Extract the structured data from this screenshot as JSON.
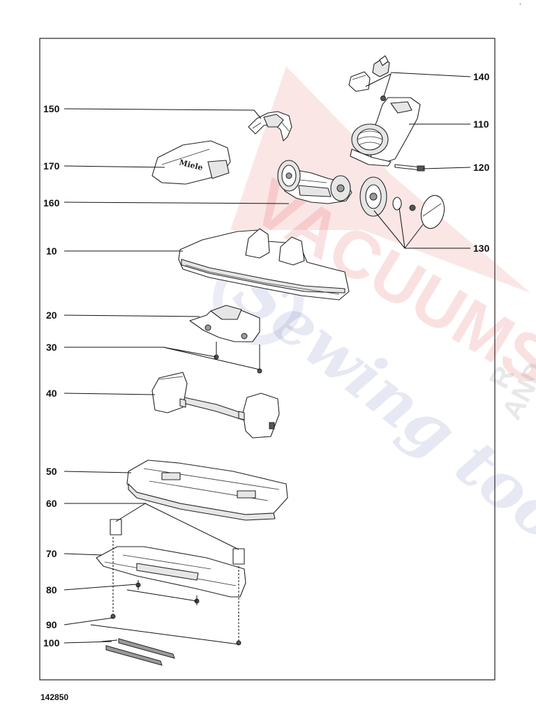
{
  "diagram": {
    "footer_code": "142850",
    "callouts": [
      {
        "id": "c140",
        "label": "140"
      },
      {
        "id": "c150",
        "label": "150"
      },
      {
        "id": "c110",
        "label": "110"
      },
      {
        "id": "c170",
        "label": "170"
      },
      {
        "id": "c120",
        "label": "120"
      },
      {
        "id": "c160",
        "label": "160"
      },
      {
        "id": "c10",
        "label": "10"
      },
      {
        "id": "c130",
        "label": "130"
      },
      {
        "id": "c20",
        "label": "20"
      },
      {
        "id": "c30",
        "label": "30"
      },
      {
        "id": "c40",
        "label": "40"
      },
      {
        "id": "c50",
        "label": "50"
      },
      {
        "id": "c60",
        "label": "60"
      },
      {
        "id": "c70",
        "label": "70"
      },
      {
        "id": "c80",
        "label": "80"
      },
      {
        "id": "c90",
        "label": "90"
      },
      {
        "id": "c100",
        "label": "100"
      }
    ],
    "cover_logo_text": "Miele",
    "watermark": {
      "brand_text": "VACUUMS",
      "script_text": "Sewing too",
      "side_text_1": "R",
      "side_text_2": "AND"
    }
  }
}
